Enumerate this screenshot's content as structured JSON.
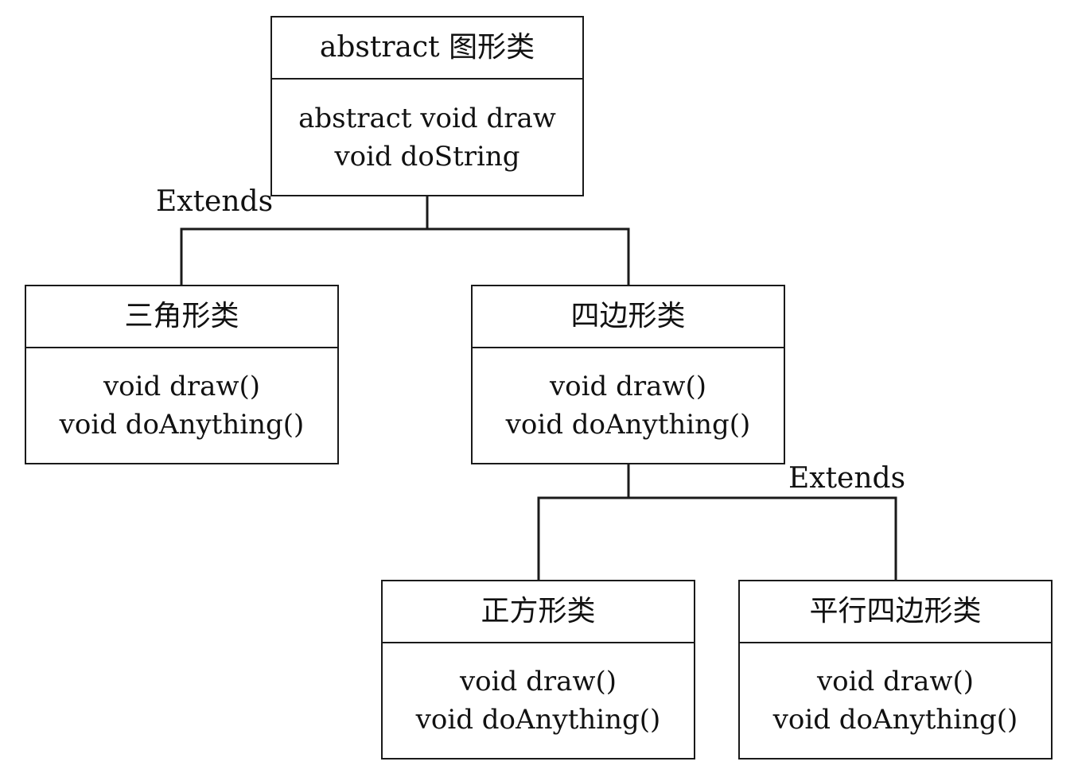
{
  "classes": {
    "shape": {
      "name": "abstract 图形类",
      "methods": [
        "abstract void draw",
        "void doString"
      ]
    },
    "triangle": {
      "name": "三角形类",
      "methods": [
        "void draw()",
        "void doAnything()"
      ]
    },
    "quad": {
      "name": "四边形类",
      "methods": [
        "void draw()",
        "void doAnything()"
      ]
    },
    "square": {
      "name": "正方形类",
      "methods": [
        "void draw()",
        "void doAnything()"
      ]
    },
    "parallelogram": {
      "name": "平行四边形类",
      "methods": [
        "void draw()",
        "void doAnything()"
      ]
    }
  },
  "relations": {
    "top_label": "Extends",
    "bottom_label": "Extends"
  },
  "colors": {
    "line": "#1a1a1a",
    "background": "#ffffff"
  }
}
